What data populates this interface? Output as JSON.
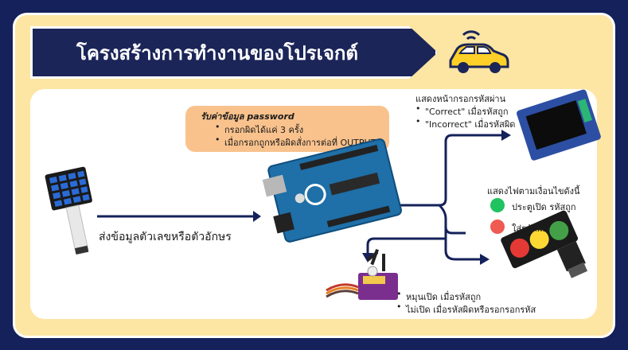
{
  "title": "โครงสร้างการทำงานของโปรเจกต์",
  "note": {
    "heading": "รับค่าข้อมูล password",
    "items": [
      "กรอกผิดได้แค่ 3 ครั้ง",
      "เมื่อกรอกถูกหรือผิดสั่งการต่อที่ OUTPUT"
    ]
  },
  "keypad_caption": "ส่งข้อมูลตัวเลขหรือตัวอักษร",
  "oled": {
    "heading": "แสดงหน้ากรอกรหัสผ่าน",
    "items": [
      "\"Correct\" เมื่อรหัสถูก",
      "\"Incorrect\" เมื่อรหัสผิด"
    ]
  },
  "lights": {
    "heading": "แสดงไฟตามเงื่อนไขดังนี้",
    "green_label": "ประตูเปิด รหัสถูก",
    "red_label": "ใส่รหัสผิด",
    "green_color": "#1fc35f",
    "red_color": "#ef5a52"
  },
  "servo": {
    "items": [
      "หมุนเปิด เมื่อรหัสถูก",
      "ไม่เปิด เมื่อรหัสผิดหรือรอกรอกรหัส"
    ]
  },
  "colors": {
    "navy": "#14215a",
    "cream": "#fde5a4",
    "arduino": "#1f6fa8"
  }
}
